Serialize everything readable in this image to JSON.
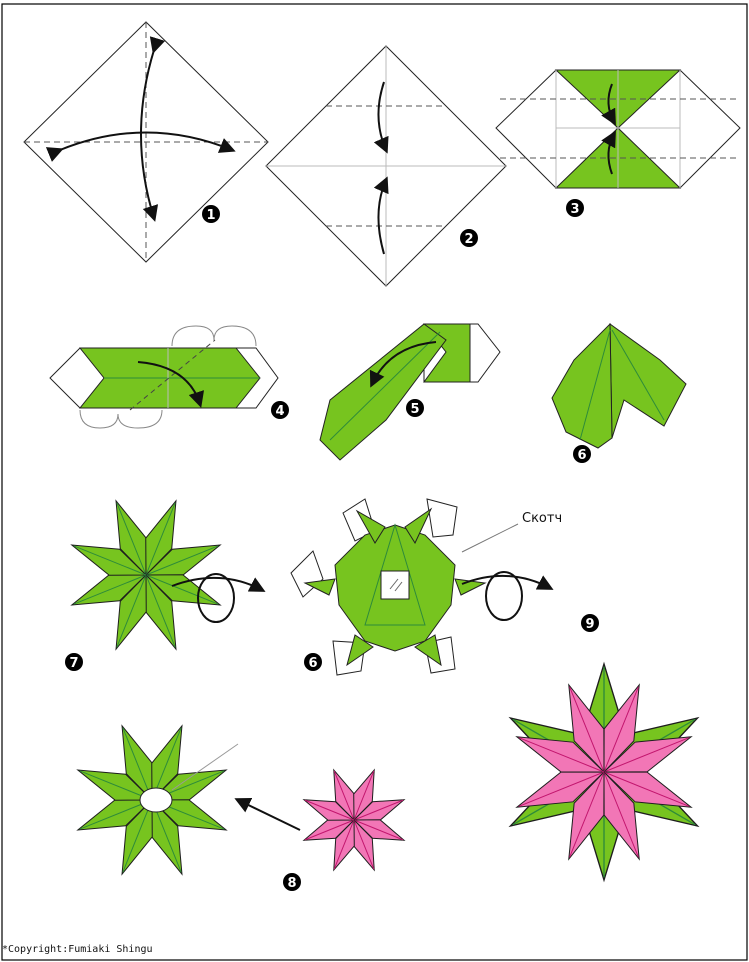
{
  "diagram": {
    "steps": [
      {
        "id": "step-1",
        "number": "1"
      },
      {
        "id": "step-2",
        "number": "2"
      },
      {
        "id": "step-3",
        "number": "3"
      },
      {
        "id": "step-4",
        "number": "4"
      },
      {
        "id": "step-5",
        "number": "5"
      },
      {
        "id": "step-6a",
        "number": "6"
      },
      {
        "id": "step-7",
        "number": "7"
      },
      {
        "id": "step-6b",
        "number": "6"
      },
      {
        "id": "step-9",
        "number": "9"
      },
      {
        "id": "step-8",
        "number": "8"
      }
    ],
    "tape_label": "Скотч",
    "copyright": "*Copyright:Fumiaki Shingu"
  },
  "colors": {
    "leaf_green": "#77c41f",
    "leaf_vein": "#2e8b3a",
    "petal_pink": "#f276b6",
    "petal_vein": "#c2166e",
    "outline": "#1e1e1e",
    "border": "#000000"
  }
}
